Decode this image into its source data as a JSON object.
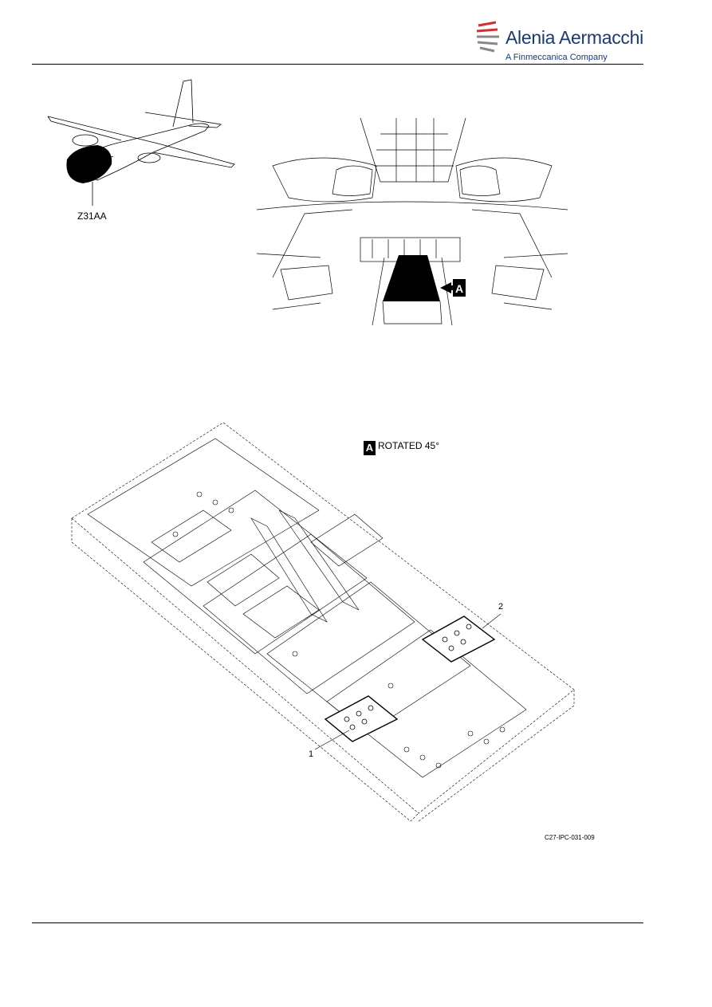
{
  "header": {
    "brand_name": "Alenia Aermacchi",
    "brand_subtitle": "A Finmeccanica Company",
    "brand_color": "#1b3a6b",
    "accent_color": "#d32f2f"
  },
  "figure": {
    "zone_label": "Z31AA",
    "view_badge": "A",
    "view_title": "ROTATED 45°",
    "cockpit_badge": "A",
    "items": [
      "1",
      "2"
    ],
    "figure_code": "C27-IPC-031-009"
  }
}
